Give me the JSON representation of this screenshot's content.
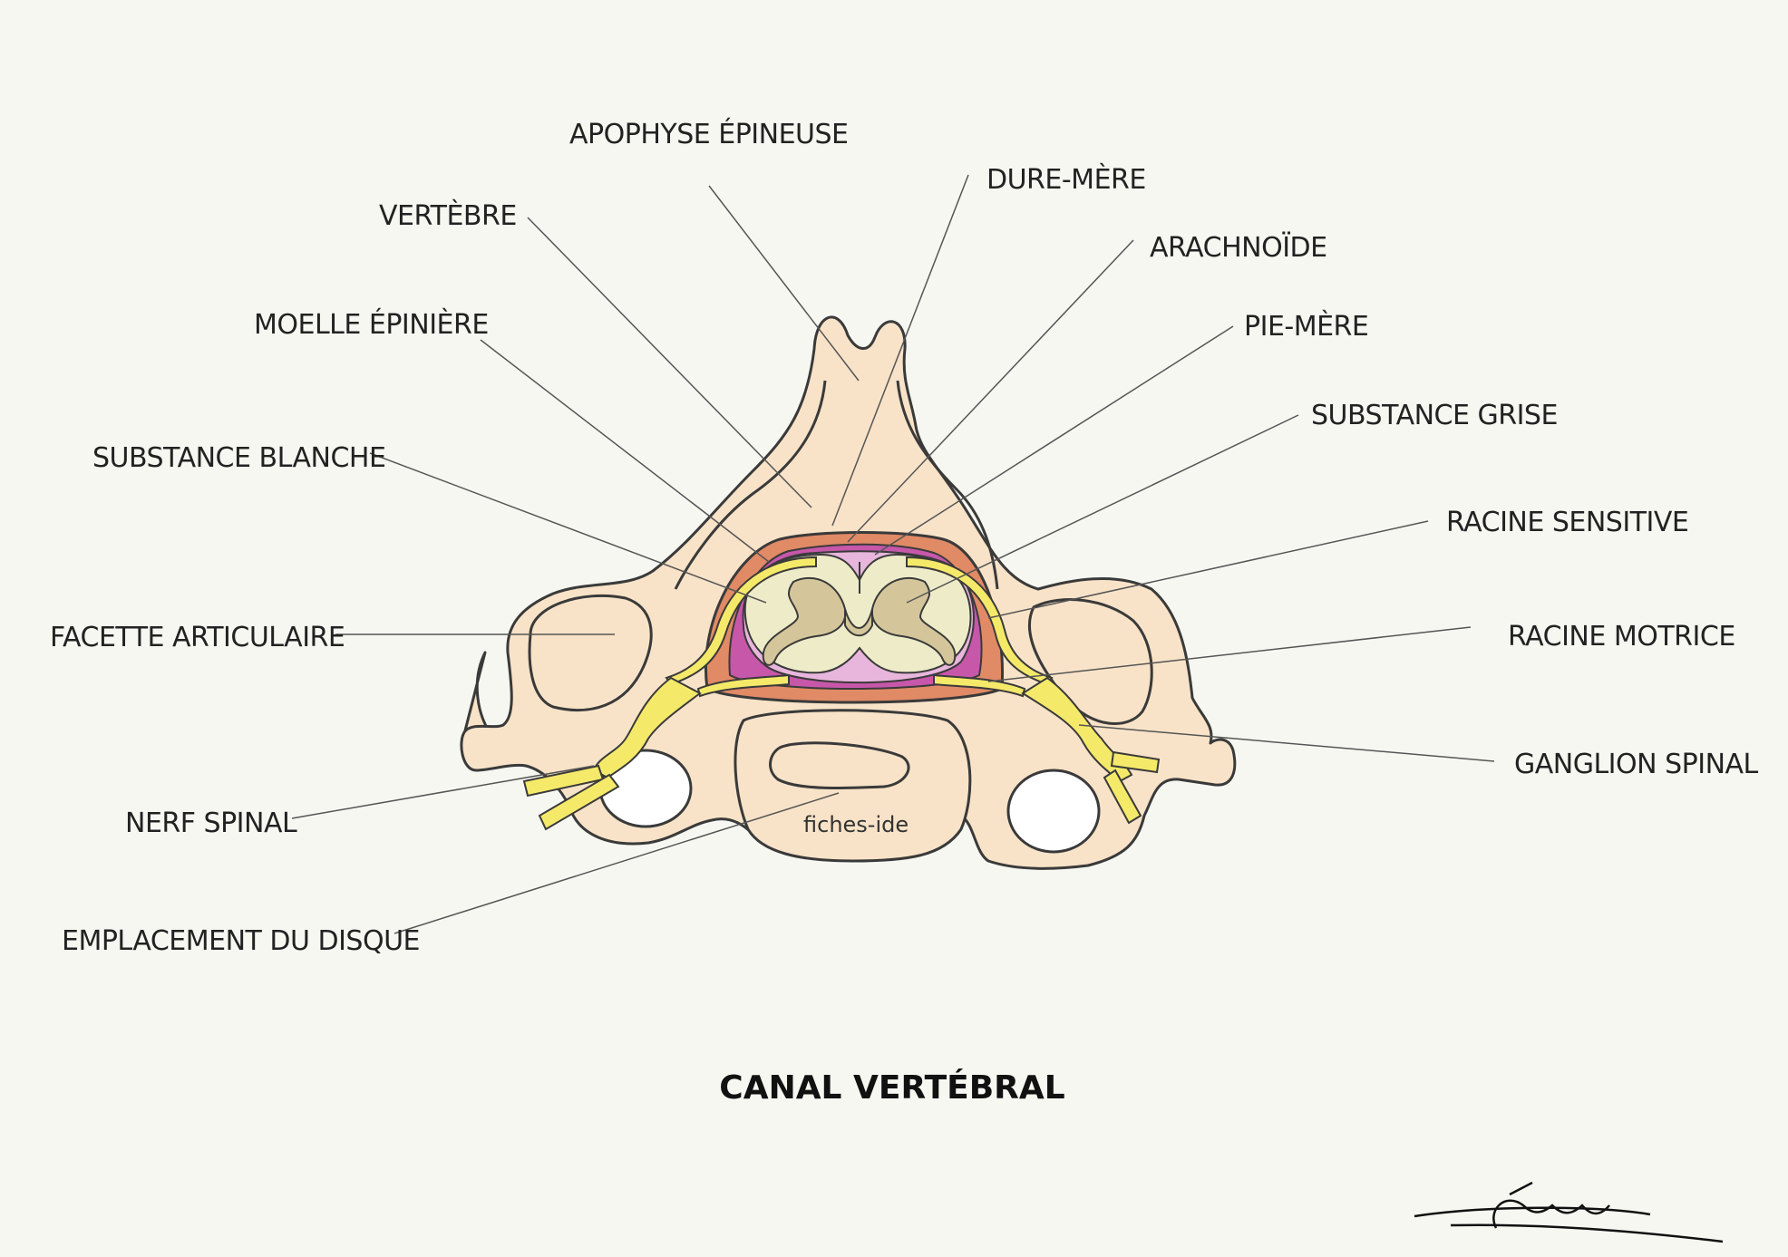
{
  "diagram": {
    "title": "CANAL VERTÉBRAL",
    "watermark": "fiches-ide",
    "signature_text": "Léana",
    "labels_left": {
      "vertebre": "VERTÈBRE",
      "moelle": "MOELLE ÉPINIÈRE",
      "substance_blanche": "SUBSTANCE BLANCHE",
      "facette": "FACETTE ARTICULAIRE",
      "nerf_spinal": "NERF SPINAL",
      "disque": "EMPLACEMENT DU DISQUE"
    },
    "labels_top": {
      "apophyse": "APOPHYSE ÉPINEUSE"
    },
    "labels_right": {
      "dure_mere": "DURE-MÈRE",
      "arachnoide": "ARACHNOÏDE",
      "pie_mere": "PIE-MÈRE",
      "substance_grise": "SUBSTANCE GRISE",
      "racine_sensitive": "RACINE SENSITIVE",
      "racine_motrice": "RACINE MOTRICE",
      "ganglion": "GANGLION SPINAL"
    },
    "colors": {
      "background": "#f7f7f2",
      "bone": "#f8e3c8",
      "dura": "#e08a66",
      "arachnoid": "#c657a9",
      "pia": "#e8b6dc",
      "white_matter": "#eeecc8",
      "grey_matter": "#d4c69a",
      "nerve": "#f5e96a"
    }
  }
}
